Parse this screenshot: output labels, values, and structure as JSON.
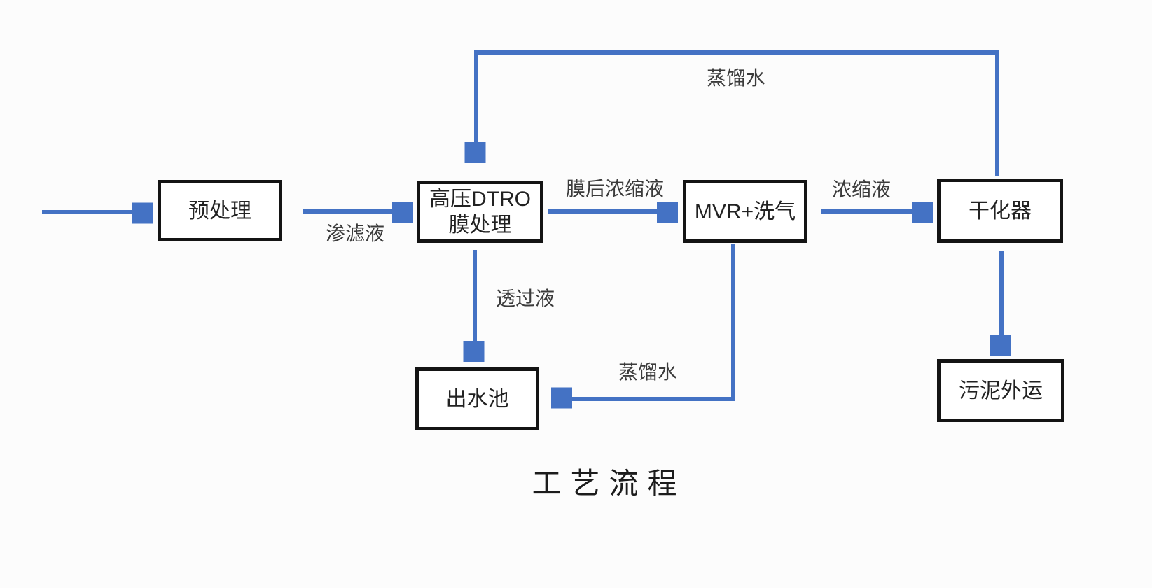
{
  "diagram": {
    "title": "工艺流程",
    "nodes": [
      {
        "id": "pretreatment",
        "label": "预处理"
      },
      {
        "id": "dtro-membrane",
        "label": "高压DTRO\n膜处理"
      },
      {
        "id": "mvr-scrubber",
        "label": "MVR+洗气"
      },
      {
        "id": "dryer",
        "label": "干化器"
      },
      {
        "id": "effluent-pool",
        "label": "出水池"
      },
      {
        "id": "sludge-out",
        "label": "污泥外运"
      }
    ],
    "flow_labels": [
      {
        "id": "leachate",
        "label": "渗滤液"
      },
      {
        "id": "post-membrane-concentrate",
        "label": "膜后浓缩液"
      },
      {
        "id": "concentrate",
        "label": "浓缩液"
      },
      {
        "id": "distilled-water-recycle",
        "label": "蒸馏水"
      },
      {
        "id": "permeate",
        "label": "透过液"
      },
      {
        "id": "distilled-water-mvr",
        "label": "蒸馏水"
      }
    ],
    "colors": {
      "arrow": "#4472C4",
      "box_border": "#141414",
      "box_text": "#222222",
      "label_text": "#3b3b3b",
      "background": "#fcfcfc"
    }
  }
}
